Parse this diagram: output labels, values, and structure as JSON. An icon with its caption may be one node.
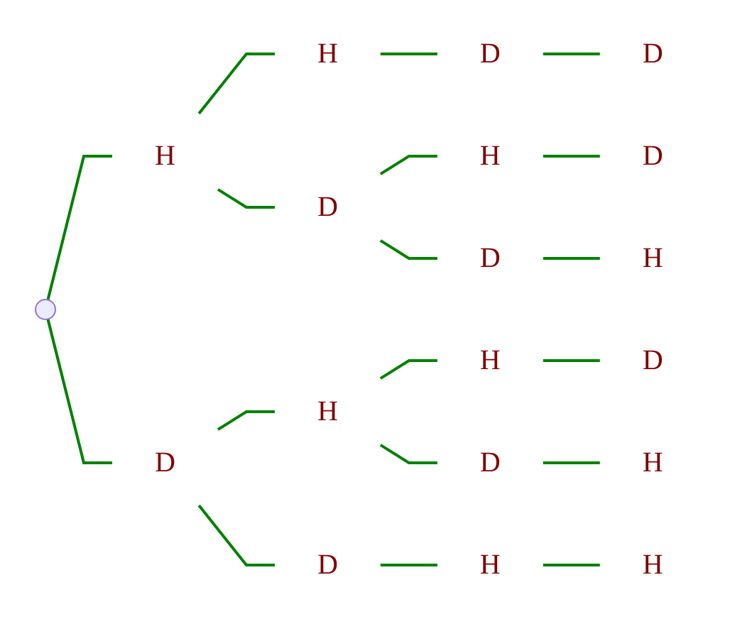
{
  "diagram": {
    "nodes": [
      {
        "text": [],
        "shape": "point"
      },
      {
        "text": [
          "H"
        ]
      },
      {
        "text": [
          "D"
        ]
      },
      {
        "text": [
          "H"
        ]
      },
      {
        "text": [
          "D"
        ]
      },
      {
        "text": [
          "H"
        ]
      },
      {
        "text": [
          "D"
        ]
      },
      {
        "text": [
          "D"
        ]
      },
      {
        "text": [
          "H"
        ]
      },
      {
        "text": [
          "D"
        ]
      },
      {
        "text": [
          "H"
        ]
      },
      {
        "text": [
          "D"
        ]
      },
      {
        "text": [
          "H"
        ]
      },
      {
        "text": [
          "D"
        ]
      },
      {
        "text": [
          "D"
        ]
      },
      {
        "text": [
          "H"
        ]
      },
      {
        "text": [
          "D"
        ]
      },
      {
        "text": [
          "H"
        ]
      },
      {
        "text": [
          "H"
        ]
      }
    ],
    "edges": [
      {
        "from": 0,
        "to": 1,
        "arrow": "none"
      },
      {
        "from": 0,
        "to": 2,
        "arrow": "none"
      },
      {
        "from": 1,
        "to": 3,
        "arrow": "none"
      },
      {
        "from": 1,
        "to": 4,
        "arrow": "none"
      },
      {
        "from": 2,
        "to": 5,
        "arrow": "none"
      },
      {
        "from": 2,
        "to": 6,
        "arrow": "none"
      },
      {
        "from": 3,
        "to": 7,
        "arrow": "none"
      },
      {
        "from": 4,
        "to": 8,
        "arrow": "none"
      },
      {
        "from": 4,
        "to": 9,
        "arrow": "none"
      },
      {
        "from": 5,
        "to": 10,
        "arrow": "none"
      },
      {
        "from": 5,
        "to": 11,
        "arrow": "none"
      },
      {
        "from": 6,
        "to": 12,
        "arrow": "none"
      },
      {
        "from": 7,
        "to": 13,
        "arrow": "none"
      },
      {
        "from": 8,
        "to": 14,
        "arrow": "none"
      },
      {
        "from": 9,
        "to": 15,
        "arrow": "none"
      },
      {
        "from": 10,
        "to": 16,
        "arrow": "none"
      },
      {
        "from": 11,
        "to": 17,
        "arrow": "none"
      },
      {
        "from": 12,
        "to": 18,
        "arrow": "none"
      }
    ]
  }
}
